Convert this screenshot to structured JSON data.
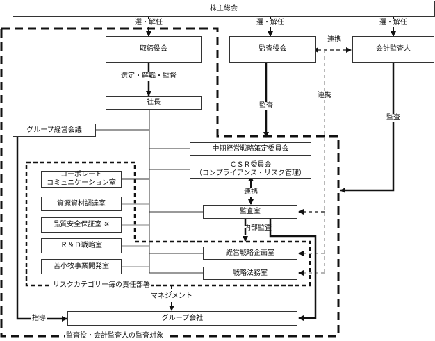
{
  "nodes": {
    "shareholders": "株主総会",
    "board": "取締役会",
    "auditors_board": "監査役会",
    "accounting_auditor": "会計監査人",
    "president": "社長",
    "group_mgmt_meeting": "グループ経営会議",
    "midterm_committee": "中期経営戦略策定委員会",
    "csr_committee": [
      "ＣＳＲ委員会",
      "（コンプライアンス・リスク管理）"
    ],
    "audit_office": "監査室",
    "corporate_comm": [
      "コーポレート",
      "コミュニケーション室"
    ],
    "procurement": "資源資材調達室",
    "quality": "品質安全保証室 ※",
    "rd": "Ｒ＆Ｄ戦略室",
    "tomakomai": "苫小牧事業開発室",
    "strategy_planning": "経営戦略企画室",
    "legal": "戦略法務室",
    "group_companies": "グループ会社"
  },
  "labels": {
    "elect_dismiss_1": "選・解任",
    "elect_dismiss_2": "選・解任",
    "elect_dismiss_3": "選・解任",
    "appoint_supervise": "選定・解職・監督",
    "cooperation_top": "連携",
    "cooperation_mid": "連携",
    "cooperation_csr": "連携",
    "audit_1": "監査",
    "audit_2": "監査",
    "internal_audit": "内部監査",
    "risk_group": "リスクカテゴリー毎の責任部署",
    "management": "マネジメント",
    "guidance": "指導",
    "audit_scope": "監査役・会計監査人の監査対象"
  }
}
